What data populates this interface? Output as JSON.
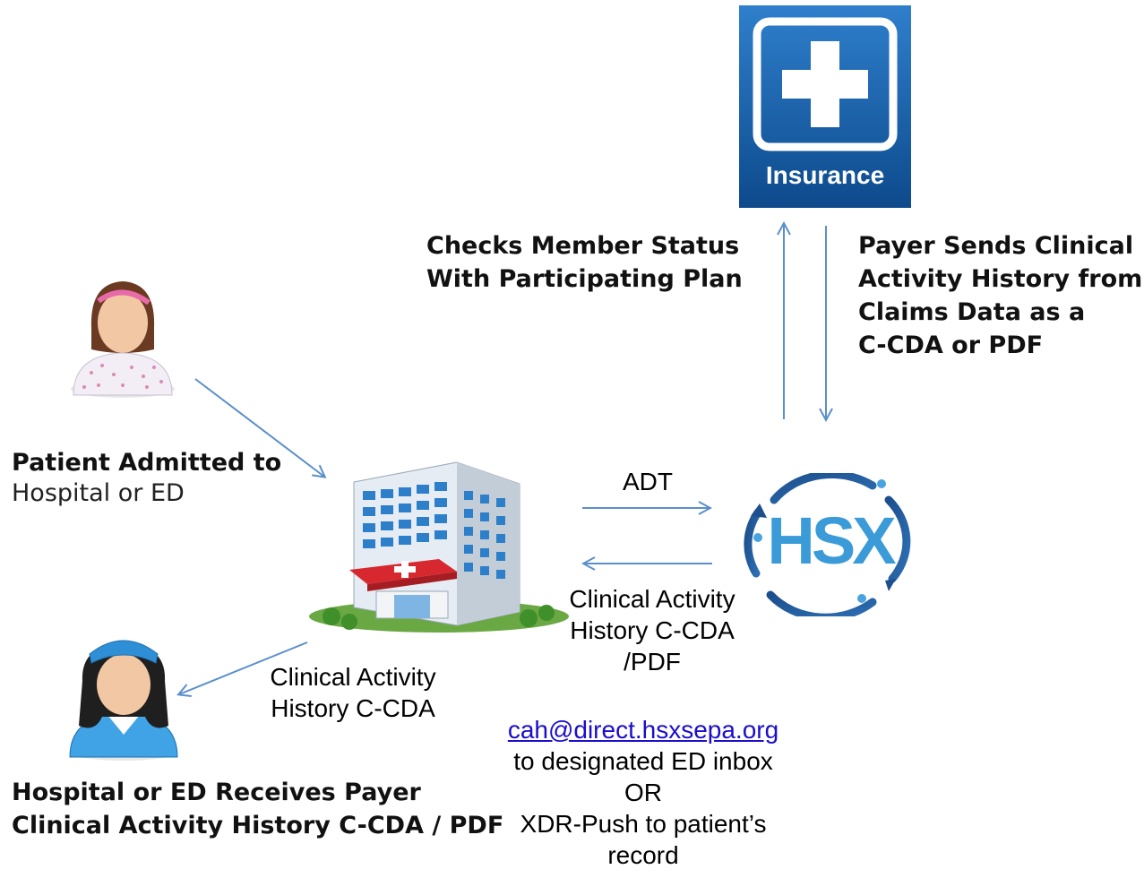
{
  "insurance": {
    "label": "Insurance"
  },
  "hsx": {
    "label": "HSX"
  },
  "labels": {
    "checks_line1": "Checks Member Status",
    "checks_line2": "With Participating Plan",
    "payer_line1": "Payer Sends Clinical",
    "payer_line2": "Activity History from",
    "payer_line3": "Claims Data as a",
    "payer_line4": "C-CDA or PDF",
    "admitted_bold": "Patient Admitted to",
    "admitted_light": "Hospital or ED",
    "adt": "ADT",
    "cah_return_line1": "Clinical Activity",
    "cah_return_line2": "History C-CDA",
    "cah_return_line3": "/PDF",
    "cah_nurse_line1": "Clinical Activity",
    "cah_nurse_line2": "History C-CDA",
    "email": "cah@direct.hsxsepa.org",
    "email_line2": "to designated ED inbox",
    "email_or": "OR",
    "email_line3": "XDR-Push to patient’s",
    "email_line4": "record",
    "receives_line1": "Hospital or ED Receives Payer",
    "receives_line2": "Clinical Activity History C-CDA / PDF"
  },
  "colors": {
    "arrow": "#5a8fca",
    "insurance_bg": "#12539a",
    "hsx_blue": "#3a9bd8",
    "hsx_dark": "#1e5d9e"
  }
}
